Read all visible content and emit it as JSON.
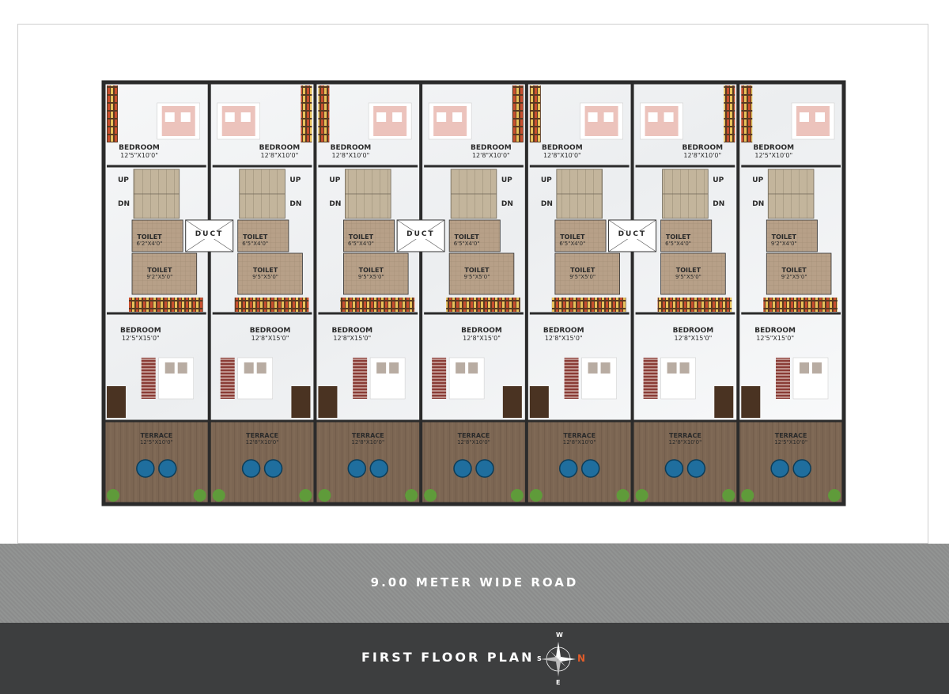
{
  "road_label": "9.00 METER WIDE ROAD",
  "plan_title": "FIRST FLOOR PLAN",
  "compass": {
    "north": "N",
    "south": "S",
    "east": "E",
    "west": "W"
  },
  "stair": {
    "up": "UP",
    "down": "DN"
  },
  "duct_label": "DUCT",
  "units": [
    {
      "top_bedroom": {
        "name": "BEDROOM",
        "size": "12'5\"X10'0\""
      },
      "toilet_small": {
        "name": "TOILET",
        "size": "6'2\"X4'0\""
      },
      "toilet_large": {
        "name": "TOILET",
        "size": "9'2\"X5'0\""
      },
      "bottom_bedroom": {
        "name": "BEDROOM",
        "size": "12'5\"X15'0\""
      },
      "terrace": {
        "name": "TERRACE",
        "size": "12'5\"X10'0\""
      }
    },
    {
      "top_bedroom": {
        "name": "BEDROOM",
        "size": "12'8\"X10'0\""
      },
      "toilet_small": {
        "name": "TOILET",
        "size": "6'5\"X4'0\""
      },
      "toilet_large": {
        "name": "TOILET",
        "size": "9'5\"X5'0\""
      },
      "bottom_bedroom": {
        "name": "BEDROOM",
        "size": "12'8\"X15'0\""
      },
      "terrace": {
        "name": "TERRACE",
        "size": "12'8\"X10'0\""
      }
    },
    {
      "top_bedroom": {
        "name": "BEDROOM",
        "size": "12'8\"X10'0\""
      },
      "toilet_small": {
        "name": "TOILET",
        "size": "6'5\"X4'0\""
      },
      "toilet_large": {
        "name": "TOILET",
        "size": "9'5\"X5'0\""
      },
      "bottom_bedroom": {
        "name": "BEDROOM",
        "size": "12'8\"X15'0\""
      },
      "terrace": {
        "name": "TERRACE",
        "size": "12'8\"X10'0\""
      }
    },
    {
      "top_bedroom": {
        "name": "BEDROOM",
        "size": "12'8\"X10'0\""
      },
      "toilet_small": {
        "name": "TOILET",
        "size": "6'5\"X4'0\""
      },
      "toilet_large": {
        "name": "TOILET",
        "size": "9'5\"X5'0\""
      },
      "bottom_bedroom": {
        "name": "BEDROOM",
        "size": "12'8\"X15'0\""
      },
      "terrace": {
        "name": "TERRACE",
        "size": "12'8\"X10'0\""
      }
    },
    {
      "top_bedroom": {
        "name": "BEDROOM",
        "size": "12'8\"X10'0\""
      },
      "toilet_small": {
        "name": "TOILET",
        "size": "6'5\"X4'0\""
      },
      "toilet_large": {
        "name": "TOILET",
        "size": "9'5\"X5'0\""
      },
      "bottom_bedroom": {
        "name": "BEDROOM",
        "size": "12'8\"X15'0\""
      },
      "terrace": {
        "name": "TERRACE",
        "size": "12'8\"X10'0\""
      }
    },
    {
      "top_bedroom": {
        "name": "BEDROOM",
        "size": "12'8\"X10'0\""
      },
      "toilet_small": {
        "name": "TOILET",
        "size": "6'5\"X4'0\""
      },
      "toilet_large": {
        "name": "TOILET",
        "size": "9'5\"X5'0\""
      },
      "bottom_bedroom": {
        "name": "BEDROOM",
        "size": "12'8\"X15'0\""
      },
      "terrace": {
        "name": "TERRACE",
        "size": "12'8\"X10'0\""
      }
    },
    {
      "top_bedroom": {
        "name": "BEDROOM",
        "size": "12'5\"X10'0\""
      },
      "toilet_small": {
        "name": "TOILET",
        "size": "9'2\"X4'0\""
      },
      "toilet_large": {
        "name": "TOILET",
        "size": "9'2\"X5'0\""
      },
      "bottom_bedroom": {
        "name": "BEDROOM",
        "size": "12'5\"X15'0\""
      },
      "terrace": {
        "name": "TERRACE",
        "size": "12'5\"X10'0\""
      }
    }
  ],
  "colors": {
    "wall": "#2b2b2b",
    "floor_marble": "#f1f2f3",
    "terrace_deck": "#7a6553",
    "stair_tread": "#c2b49a",
    "toilet_floor": "#b9a48c",
    "bed_pink": "#e9b8b0",
    "chair_blue": "#1f6e9e",
    "road": "#8f9190",
    "footer": "#3d3e3f",
    "north_accent": "#e05c2a"
  }
}
